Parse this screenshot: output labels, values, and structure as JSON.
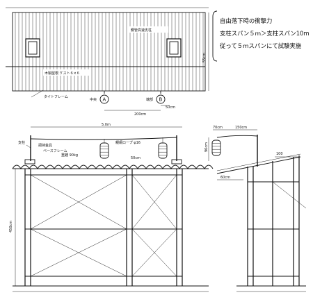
{
  "note": {
    "line1": "自由落下時の衝撃力",
    "line2": "支柱スパン５ｍ＞支柱スパン10m",
    "line3": "従って５ｍスパンにて試験実施"
  },
  "plan_view": {
    "label_anchor_position": "鋼管高速支柱",
    "label_material": "木製屋根 ケスト６×６",
    "label_tie_frame": "タイトフレーム",
    "label_center": "中央",
    "label_end": "端部",
    "marker_a": "A",
    "marker_b": "B",
    "dim_span": "200cm",
    "dim_small": "50cm",
    "dim_depth": "55cm"
  },
  "front_view": {
    "dim_top": "5.0m",
    "label_post": "支柱",
    "label_grip": "把持金具",
    "label_beam": "ベースフレーム",
    "label_rope": "親綱ロープ φ16",
    "label_weight": "重錘 90kg",
    "dim_right": "50cm",
    "dim_height": "450cm"
  },
  "side_view": {
    "dim_a": "70cm",
    "dim_b": "150cm",
    "dim_c": "100",
    "dim_d": "60cm",
    "dim_e": "90cm"
  }
}
